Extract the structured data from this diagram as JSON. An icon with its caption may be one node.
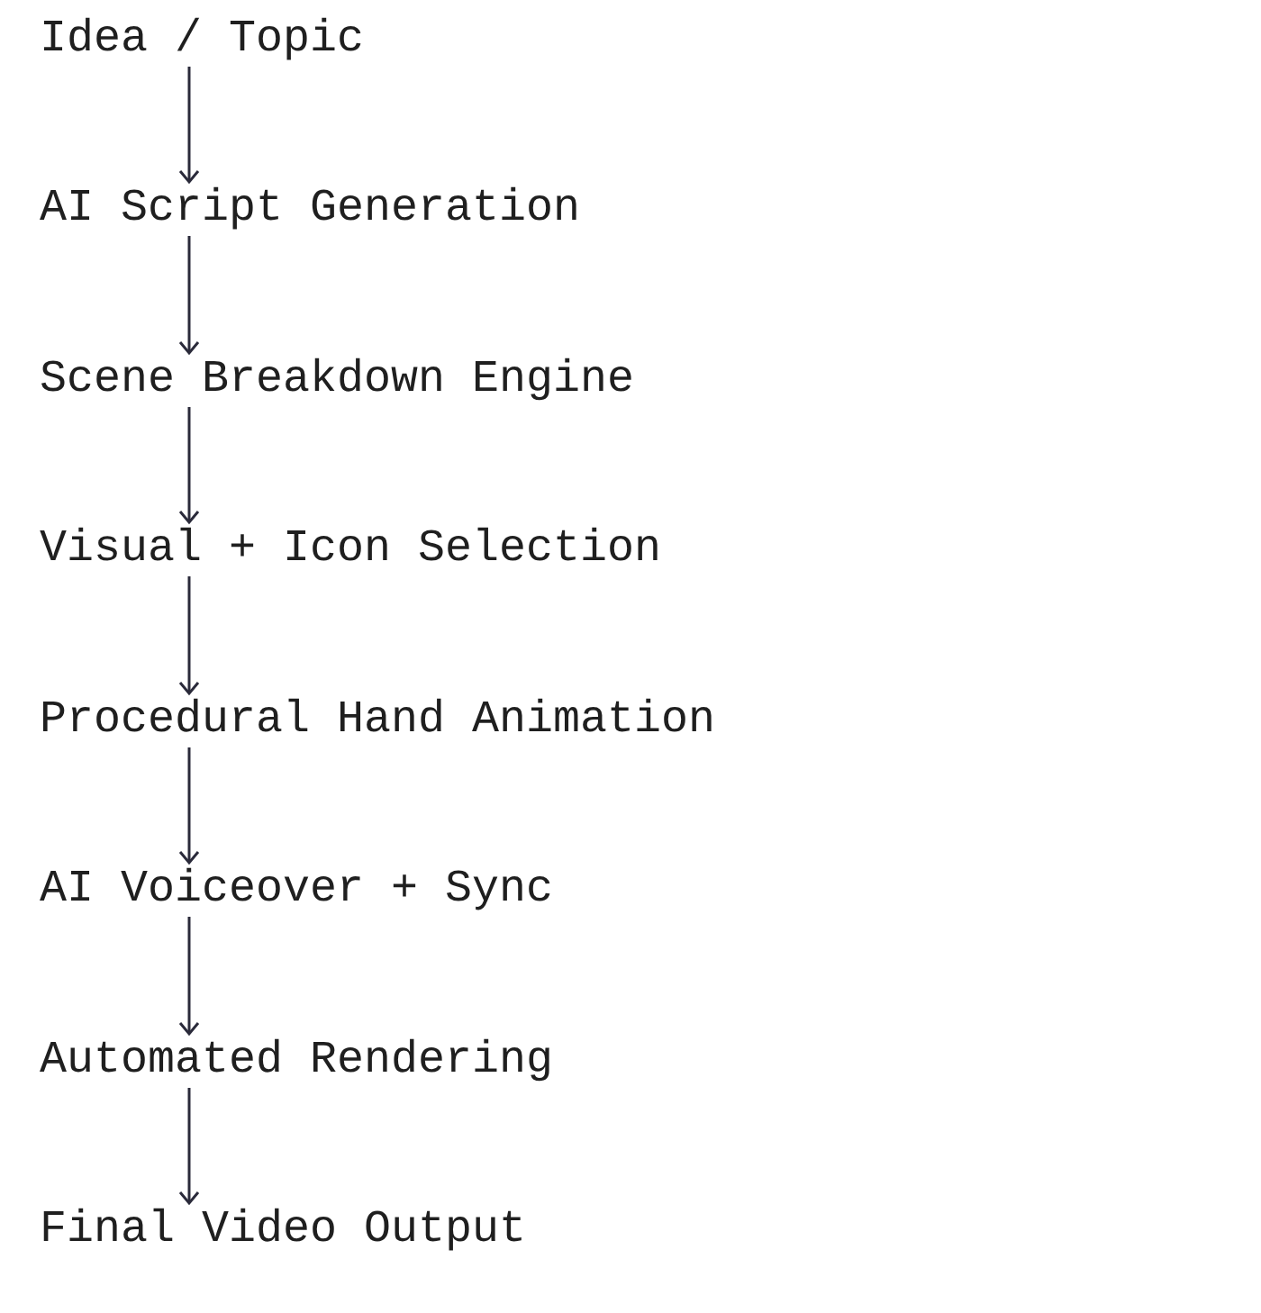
{
  "diagram": {
    "nodes": [
      {
        "text": [
          "Idea / Topic"
        ]
      },
      {
        "text": [
          "AI Script Generation"
        ]
      },
      {
        "text": [
          "Scene Breakdown Engine"
        ]
      },
      {
        "text": [
          "Visual + Icon Selection"
        ]
      },
      {
        "text": [
          "Procedural Hand Animation"
        ]
      },
      {
        "text": [
          "AI Voiceover + Sync"
        ]
      },
      {
        "text": [
          "Automated Rendering"
        ]
      },
      {
        "text": [
          "Final Video Output"
        ]
      }
    ],
    "edges": [
      {
        "from": 0,
        "to": 1,
        "arrow": "to"
      },
      {
        "from": 1,
        "to": 2,
        "arrow": "to"
      },
      {
        "from": 2,
        "to": 3,
        "arrow": "to"
      },
      {
        "from": 3,
        "to": 4,
        "arrow": "to"
      },
      {
        "from": 4,
        "to": 5,
        "arrow": "to"
      },
      {
        "from": 5,
        "to": 6,
        "arrow": "to"
      },
      {
        "from": 6,
        "to": 7,
        "arrow": "to"
      }
    ]
  }
}
